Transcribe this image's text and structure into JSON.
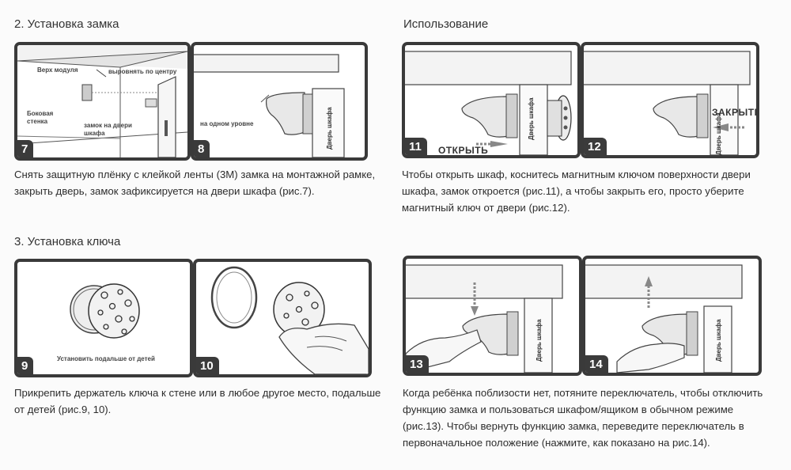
{
  "sections": {
    "lock_install": "2. Установка замка",
    "usage": "Использование",
    "key_install": "3. Установка ключа"
  },
  "figures": {
    "f7": {
      "number": "7",
      "labels": {
        "top": "Верх модуля",
        "center": "выровнять по центру",
        "side": "Боковая стенка",
        "lock": "замок на двери шкафа"
      }
    },
    "f8": {
      "number": "8",
      "labels": {
        "level": "на одном уровне",
        "door": "Дверь шкафа"
      }
    },
    "f11": {
      "number": "11",
      "labels": {
        "open": "ОТКРЫТЬ",
        "door": "Дверь шкафа"
      }
    },
    "f12": {
      "number": "12",
      "labels": {
        "close": "ЗАКРЫТЬ",
        "door": "Дверь шкафа"
      }
    },
    "f9": {
      "number": "9",
      "labels": {
        "away": "Установить подальше от детей"
      }
    },
    "f10": {
      "number": "10"
    },
    "f13": {
      "number": "13",
      "labels": {
        "door": "Дверь шкафа"
      }
    },
    "f14": {
      "number": "14",
      "labels": {
        "door": "Дверь шкафа"
      }
    }
  },
  "captions": {
    "c1": [
      "Снять защитную плёнку с клейкой ленты (3M) замка на монтажной рамке,",
      "закрыть дверь, замок зафиксируется на двери шкафа (рис.7)."
    ],
    "c2": [
      "Чтобы открыть шкаф, коснитесь магнитным ключом поверхности двери",
      "шкафа, замок откроется (рис.11), а чтобы закрыть его, просто уберите",
      "магнитный ключ от двери (рис.12)."
    ],
    "c3": [
      "Прикрепить держатель ключа к стене или в любое другое место, подальше",
      "от детей (рис.9, 10)."
    ],
    "c4": [
      "Когда ребёнка поблизости нет, потяните переключатель, чтобы отключить",
      "функцию замка и пользоваться шкафом/ящиком в обычном режиме",
      "(рис.13). Чтобы вернуть функцию замка, переведите переключатель в",
      "первоначальное положение (нажмите, как показано на рис.14)."
    ]
  }
}
